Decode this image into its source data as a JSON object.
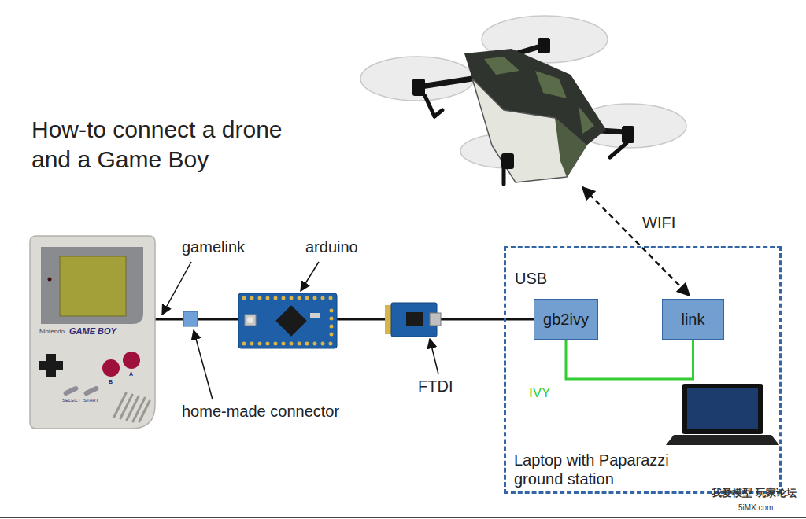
{
  "diagram": {
    "title": "How-to connect a drone and a Game Boy",
    "nodes": [
      {
        "text": [
          "Laptop with Paparazzi ground station"
        ]
      },
      {
        "text": [
          "gb2ivy"
        ],
        "in": 0
      },
      {
        "text": [
          "link"
        ],
        "in": 0
      }
    ],
    "edges": [
      {
        "from": 1,
        "to": 2,
        "arrow": "none",
        "label": "IVY"
      }
    ],
    "labels": [
      "gamelink",
      "arduino",
      "home-made connector",
      "FTDI",
      "WIFI",
      "USB",
      "Nintendo",
      "GAME BOY",
      "SELECT",
      "START",
      "B",
      "A",
      "我爱模型 玩家论坛",
      "5iMX.com"
    ]
  }
}
